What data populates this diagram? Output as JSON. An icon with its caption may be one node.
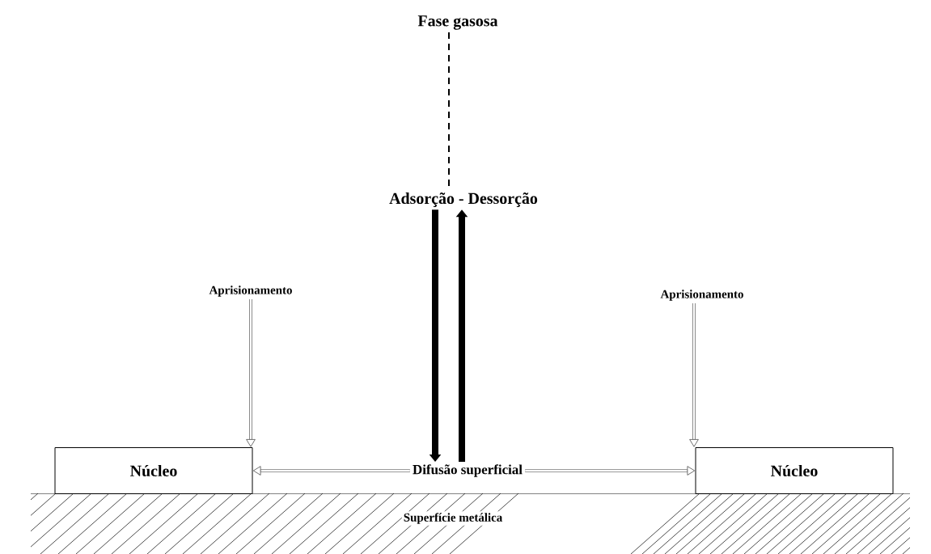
{
  "diagram": {
    "nodes": [
      {
        "text": [
          "Fase gasosa"
        ]
      },
      {
        "text": [
          "Adsorção - Dessorção"
        ]
      },
      {
        "text": [
          "Aprisionamento"
        ]
      },
      {
        "text": [
          "Aprisionamento"
        ]
      },
      {
        "text": [
          "Núcleo"
        ]
      },
      {
        "text": [
          "Difusão superficial"
        ]
      },
      {
        "text": [
          "Núcleo"
        ]
      }
    ],
    "edges": [
      {
        "from": 0,
        "to": 1,
        "arrow": "none",
        "style": "dashed"
      },
      {
        "from": 1,
        "to": 5,
        "arrow": "to",
        "style": "thick"
      },
      {
        "from": 5,
        "to": 1,
        "arrow": "to",
        "style": "thick"
      },
      {
        "from": 2,
        "to": 4,
        "arrow": "to"
      },
      {
        "from": 3,
        "to": 6,
        "arrow": "to"
      },
      {
        "from": 5,
        "to": 4,
        "arrow": "to"
      },
      {
        "from": 5,
        "to": 6,
        "arrow": "to"
      }
    ],
    "labels": [
      "Superfície metálica"
    ]
  }
}
